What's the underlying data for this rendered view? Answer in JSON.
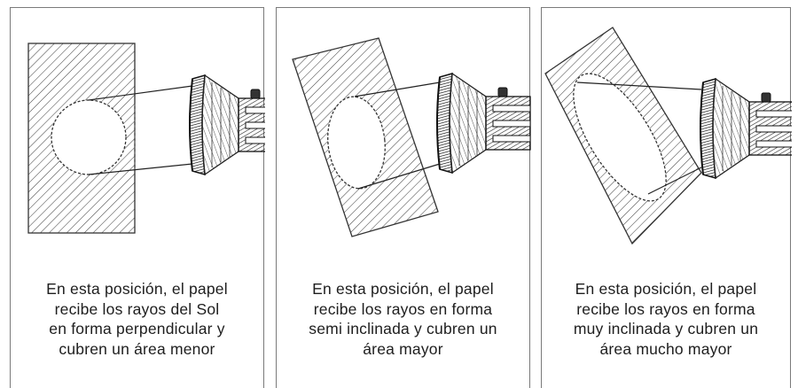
{
  "panels": [
    {
      "lines": [
        "En esta posición, el papel",
        "recibe los rayos del Sol",
        "en forma perpendicular y",
        "cubren un área menor"
      ]
    },
    {
      "lines": [
        "En esta posición, el papel",
        "recibe los rayos en forma",
        "semi inclinada y cubren un",
        "área mayor"
      ]
    },
    {
      "lines": [
        "En esta posición, el papel",
        "recibe los rayos en forma",
        "muy inclinada y cubren un",
        "área mucho mayor"
      ]
    }
  ]
}
